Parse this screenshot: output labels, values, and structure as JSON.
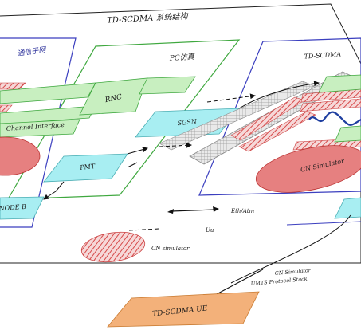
{
  "diagram": {
    "title": "TD-SCDMA 系统结构",
    "region_left_label": "通信子网",
    "region_pc_label": "PC仿真",
    "region_right_label": "TD-SCDMA",
    "left_box_label": "Channel Interface",
    "rnc_label": "RNC",
    "sgsn_label": "SGSN",
    "pmt_label": "PMT",
    "nodeb_label": "NODE B",
    "right_ellipse_label": "CN Simulator",
    "legend_line1_label": "Eth/Atm",
    "legend_line2_label": "Uu",
    "legend_ellipse_label": "CN simulator",
    "ue_label": "TD-SCDMA UE",
    "ue_note_line1": "CN Simulator",
    "ue_note_line2": "UMTS Protocol Stack"
  },
  "colors": {
    "region_blue": "#3b3fbf",
    "region_green": "#3fa83f",
    "green_fill": "#c8efc0",
    "cyan_fill": "#a8eef2",
    "red_fill": "#e68080",
    "orange_fill": "#f3b17a",
    "hatch_red": "#d64a4a",
    "grey_band": "#bdbdbd",
    "wave_blue": "#1f3fa0"
  }
}
